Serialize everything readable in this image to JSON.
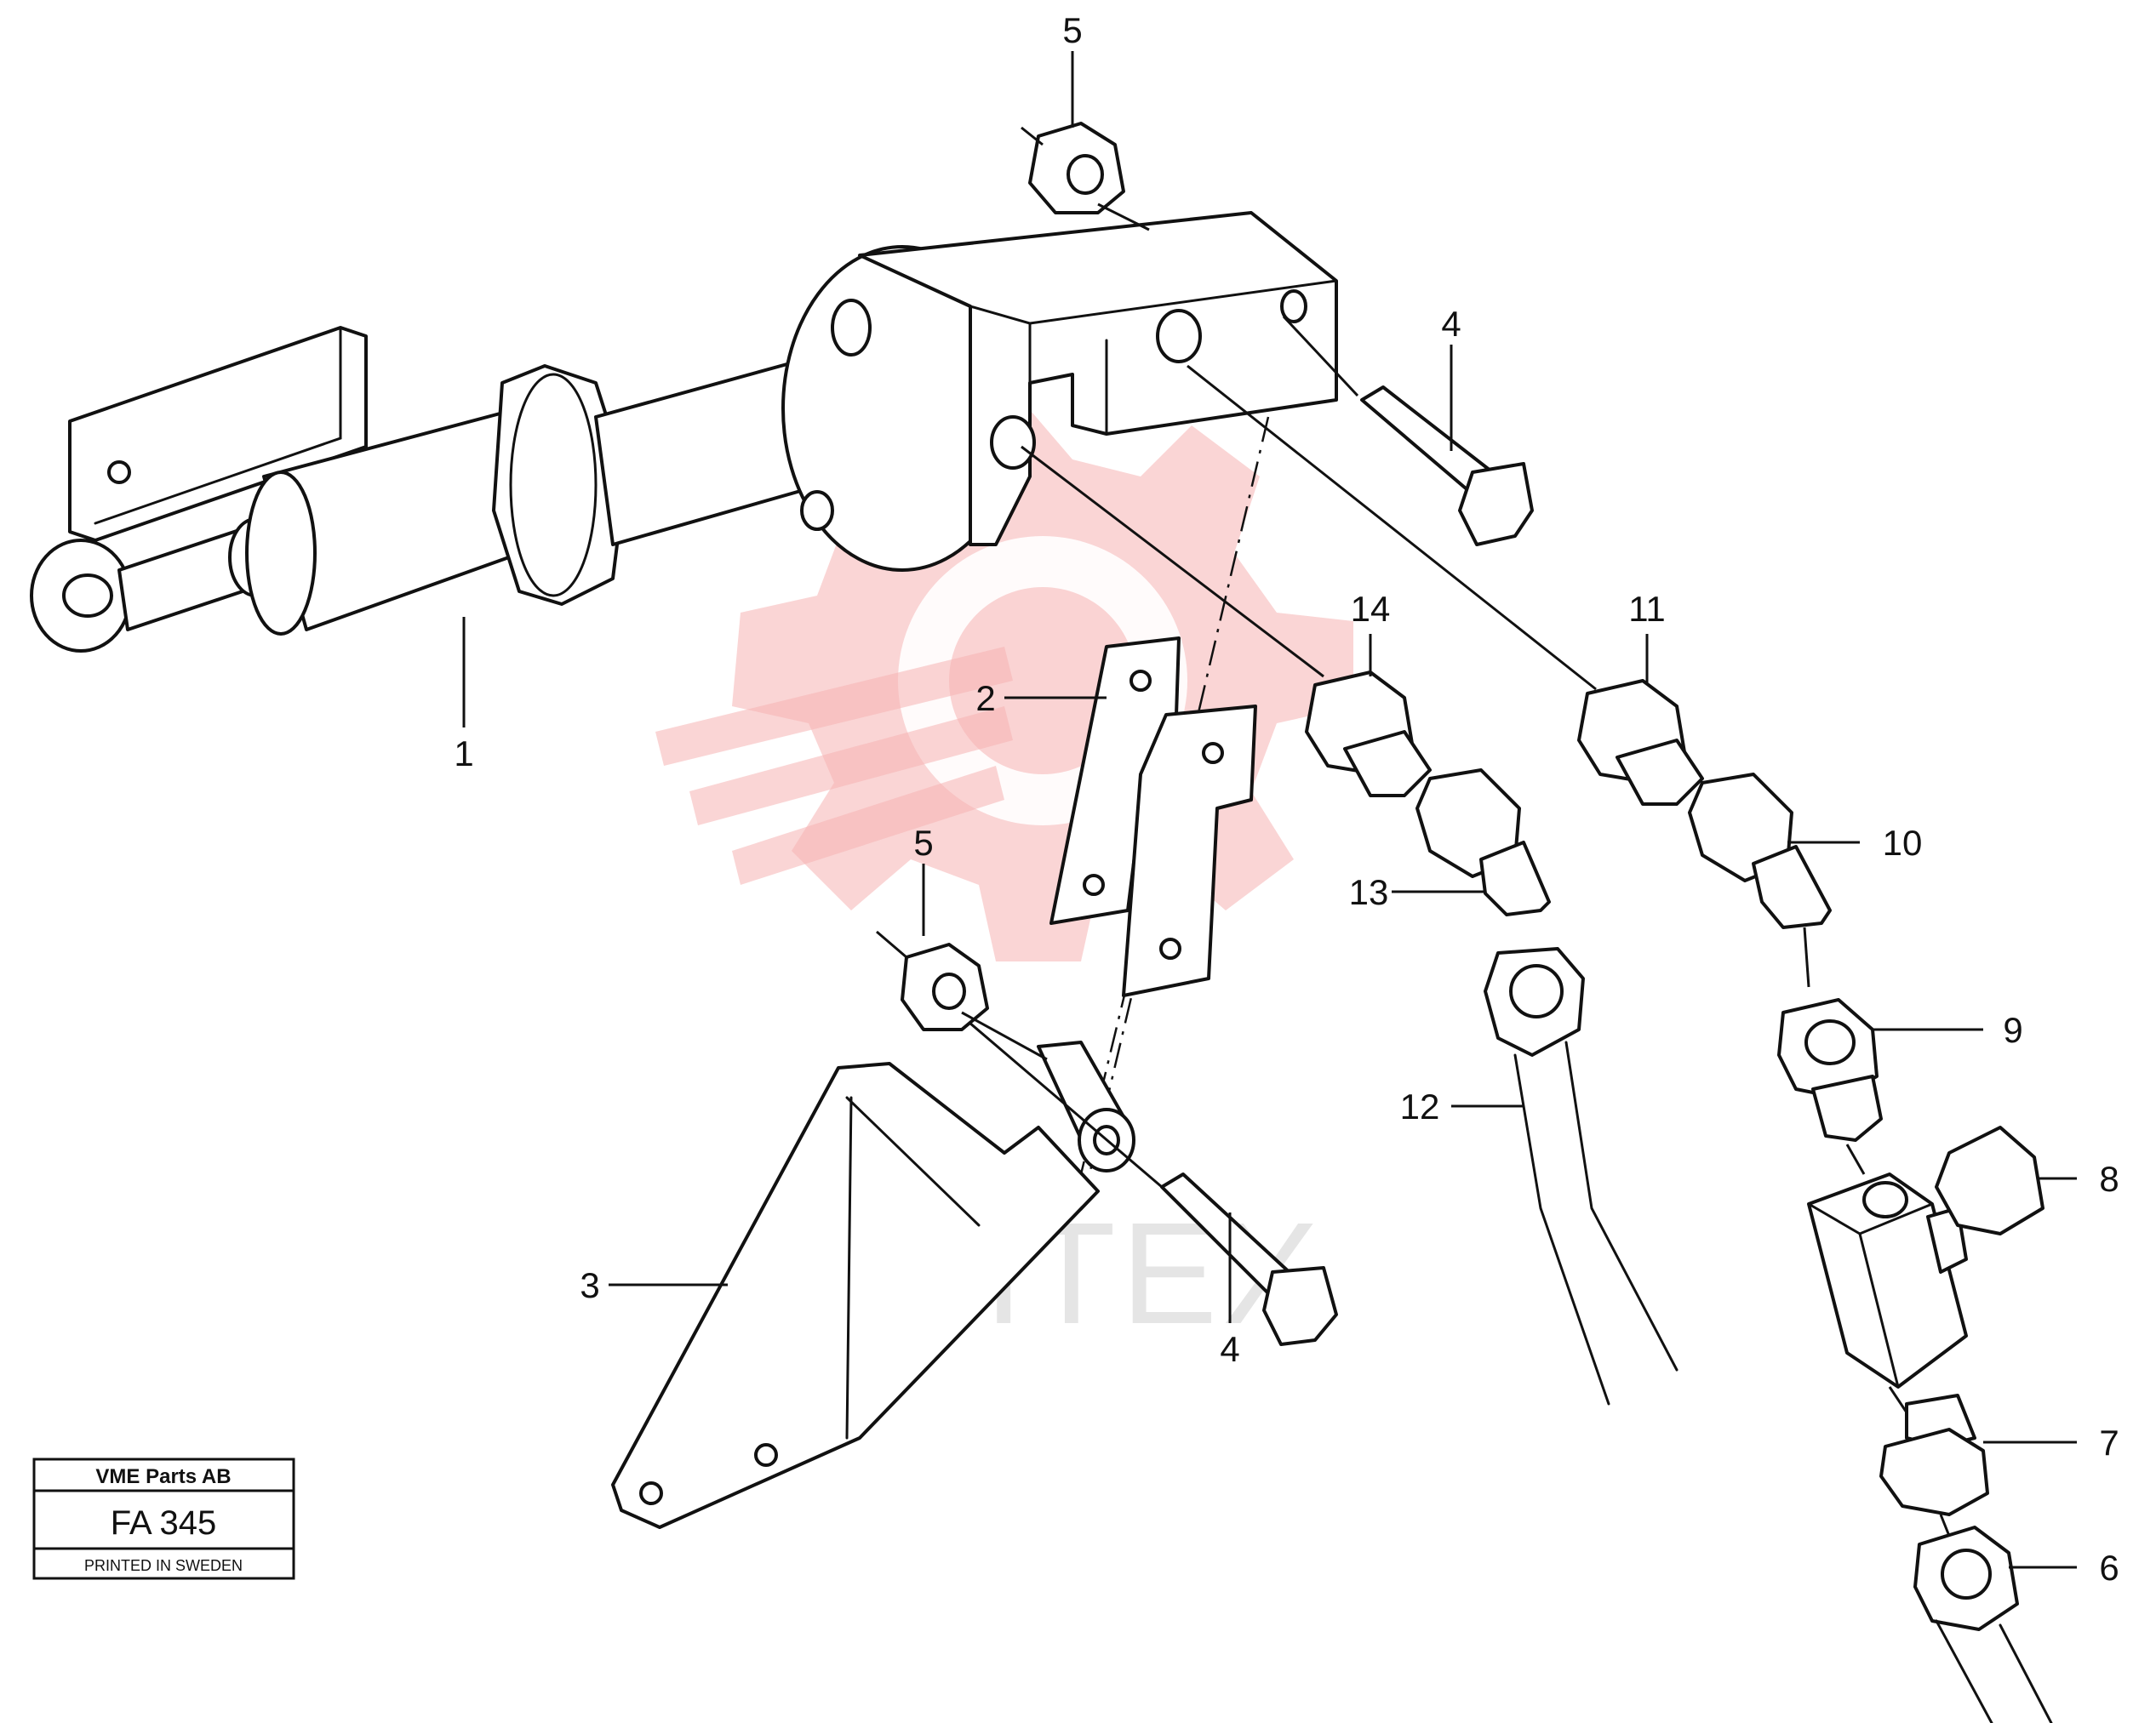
{
  "watermark": {
    "text": "ИНТЕХ",
    "color": "#f5b3b3"
  },
  "callouts": [
    {
      "id": "c1",
      "label": "1"
    },
    {
      "id": "c2",
      "label": "2"
    },
    {
      "id": "c3",
      "label": "3"
    },
    {
      "id": "c4a",
      "label": "4"
    },
    {
      "id": "c4b",
      "label": "4"
    },
    {
      "id": "c5a",
      "label": "5"
    },
    {
      "id": "c5b",
      "label": "5"
    },
    {
      "id": "c6",
      "label": "6"
    },
    {
      "id": "c7",
      "label": "7"
    },
    {
      "id": "c8",
      "label": "8"
    },
    {
      "id": "c9",
      "label": "9"
    },
    {
      "id": "c10",
      "label": "10"
    },
    {
      "id": "c11",
      "label": "11"
    },
    {
      "id": "c12",
      "label": "12"
    },
    {
      "id": "c13",
      "label": "13"
    },
    {
      "id": "c14",
      "label": "14"
    }
  ],
  "stamp": {
    "company": "VME Parts AB",
    "code": "FA 345",
    "printed": "PRINTED IN SWEDEN"
  }
}
